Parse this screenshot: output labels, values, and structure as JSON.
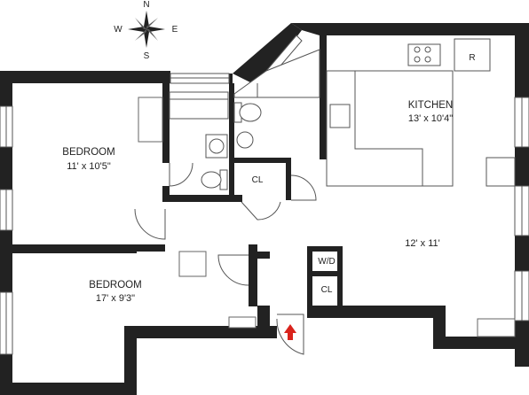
{
  "compass": {
    "north": "N",
    "south": "S",
    "east": "E",
    "west": "W"
  },
  "rooms": {
    "bedroom1": {
      "name": "BEDROOM",
      "dims": "11' x 10'5\""
    },
    "bedroom2": {
      "name": "BEDROOM",
      "dims": "17' x 9'3\""
    },
    "kitchen": {
      "name": "KITCHEN",
      "dims": "13' x 10'4\""
    },
    "living": {
      "dims": "12' x 11'"
    }
  },
  "labels": {
    "closet1": "CL",
    "closet2": "CL",
    "washer_dryer": "W/D",
    "refrigerator": "R"
  },
  "colors": {
    "wall": "#222222",
    "line": "#555555",
    "entry_arrow": "#d9231c"
  }
}
